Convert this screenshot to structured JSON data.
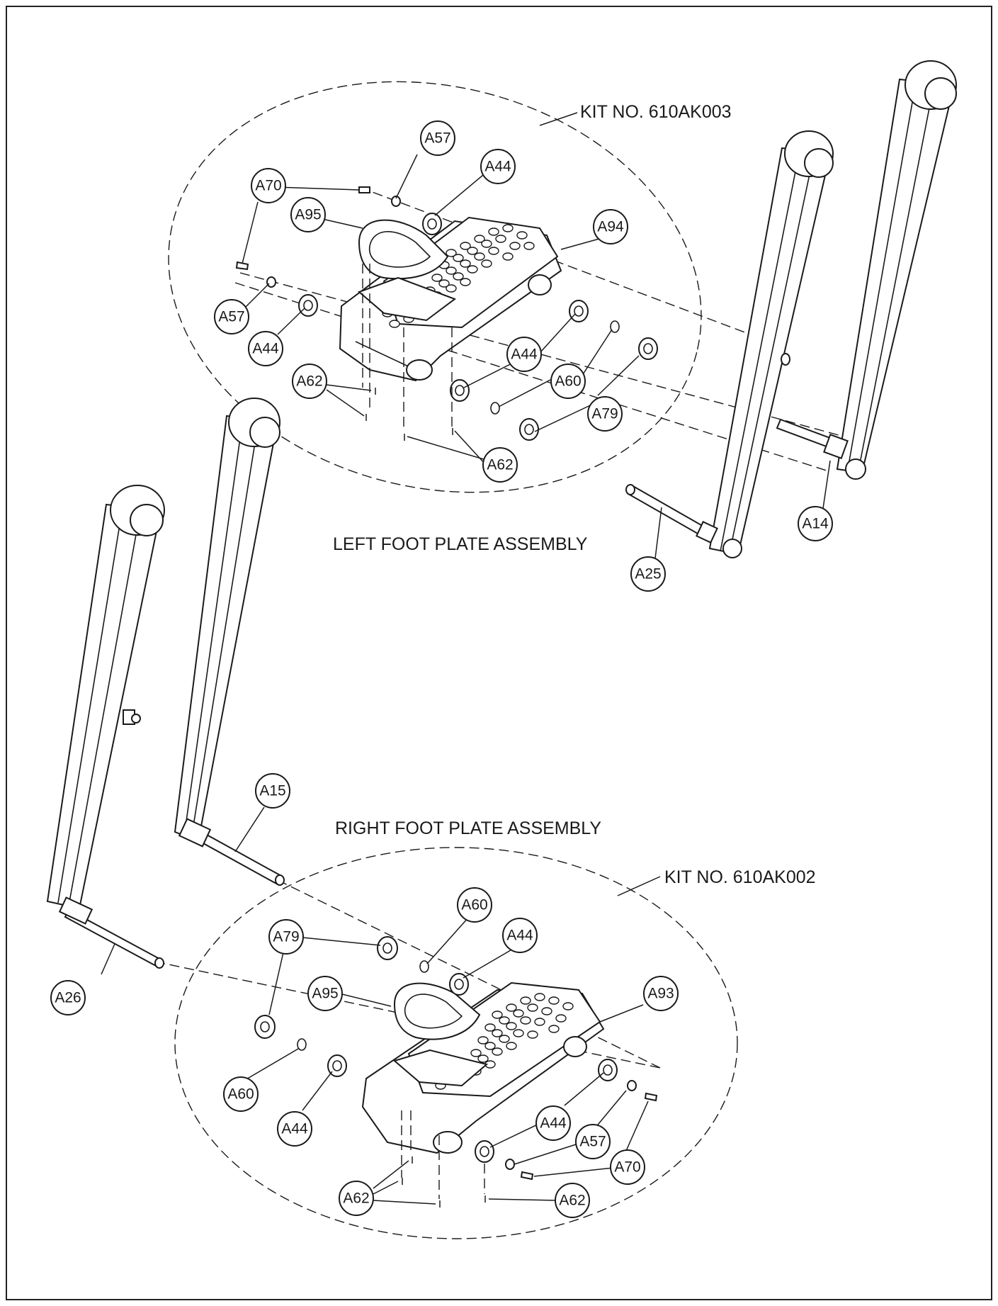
{
  "labels": {
    "left_assembly": "LEFT FOOT PLATE ASSEMBLY",
    "right_assembly": "RIGHT FOOT PLATE ASSEMBLY",
    "left_kit": "KIT NO. 610AK003",
    "right_kit": "KIT NO. 610AK002"
  },
  "callouts": {
    "upper": {
      "a57_top": "A57",
      "a44_top": "A44",
      "a70_left": "A70",
      "a95": "A95",
      "a94": "A94",
      "a57_left": "A57",
      "a44_left": "A44",
      "a44_mid": "A44",
      "a60": "A60",
      "a62_left": "A62",
      "a79": "A79",
      "a62_bottom": "A62",
      "a14": "A14",
      "a25": "A25"
    },
    "lower": {
      "a15": "A15",
      "a60_top": "A60",
      "a79_top": "A79",
      "a44_top": "A44",
      "a95": "A95",
      "a93": "A93",
      "a26": "A26",
      "a60_left": "A60",
      "a44_left": "A44",
      "a44_right": "A44",
      "a57": "A57",
      "a70": "A70",
      "a62_left": "A62",
      "a62_right": "A62"
    }
  }
}
